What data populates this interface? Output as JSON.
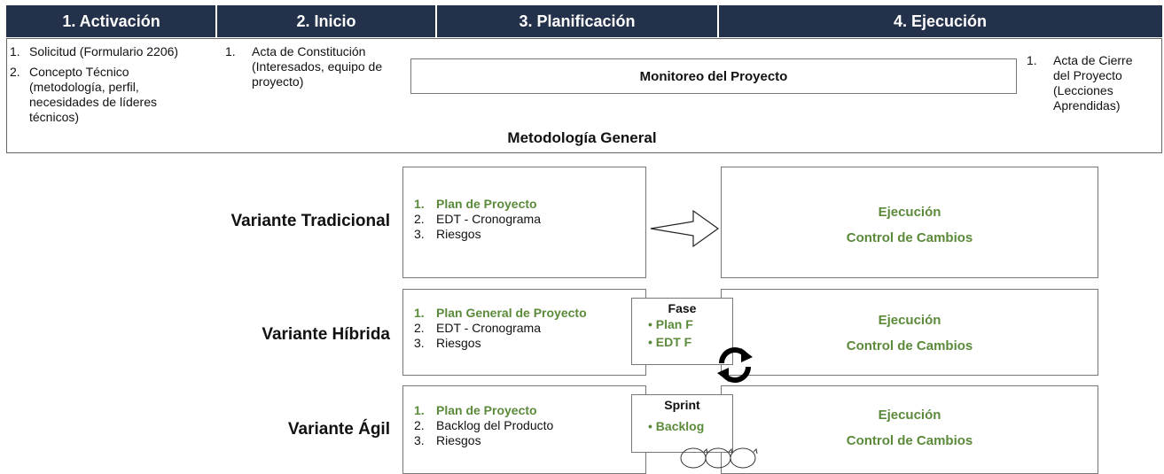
{
  "phases": [
    {
      "label": "1. Activación"
    },
    {
      "label": "2. Inicio"
    },
    {
      "label": "3. Planificación"
    },
    {
      "label": "4. Ejecución"
    }
  ],
  "general": {
    "activation_items": [
      {
        "num": "1.",
        "text": "Solicitud (Formulario 2206)"
      },
      {
        "num": "2.",
        "text": "Concepto Técnico (metodología, perfil, necesidades de líderes técnicos)"
      }
    ],
    "start_items": [
      {
        "num": "1.",
        "text": "Acta de Constitución (Interesados, equipo de proyecto)"
      }
    ],
    "monitoring_label": "Monitoreo del Proyecto",
    "closing_items": [
      {
        "num": "1.",
        "text": "Acta de Cierre del Proyecto (Lecciones Aprendidas)"
      }
    ],
    "title": "Metodología General"
  },
  "variants": {
    "traditional": {
      "label": "Variante Tradicional",
      "plan_items": [
        {
          "num": "1.",
          "text": "Plan de Proyecto"
        },
        {
          "num": "2.",
          "text": "EDT - Cronograma"
        },
        {
          "num": "3.",
          "text": "Riesgos"
        }
      ],
      "exec_lines": [
        "Ejecución",
        "Control de Cambios"
      ]
    },
    "hybrid": {
      "label": "Variante Híbrida",
      "plan_items": [
        {
          "num": "1.",
          "text": "Plan General de Proyecto"
        },
        {
          "num": "2.",
          "text": "EDT - Cronograma"
        },
        {
          "num": "3.",
          "text": "Riesgos"
        }
      ],
      "phase_box": {
        "title": "Fase",
        "items": [
          "Plan F",
          "EDT F"
        ]
      },
      "exec_lines": [
        "Ejecución",
        "Control de Cambios"
      ]
    },
    "agile": {
      "label": "Variante Ágil",
      "plan_items": [
        {
          "num": "1.",
          "text": "Plan de Proyecto"
        },
        {
          "num": "2.",
          "text": "Backlog del Producto"
        },
        {
          "num": "3.",
          "text": "Riesgos"
        }
      ],
      "sprint_box": {
        "title": "Sprint",
        "items": [
          "Backlog"
        ]
      },
      "exec_lines": [
        "Ejecución",
        "Control de Cambios"
      ]
    }
  },
  "icons": {
    "cycle": "refresh-cycle-icon",
    "arrow": "hollow-right-arrow-icon",
    "sprint_loops": "sprint-loop-icon"
  },
  "colors": {
    "header_bg": "#23314a",
    "accent_green": "#5b8a3a"
  }
}
